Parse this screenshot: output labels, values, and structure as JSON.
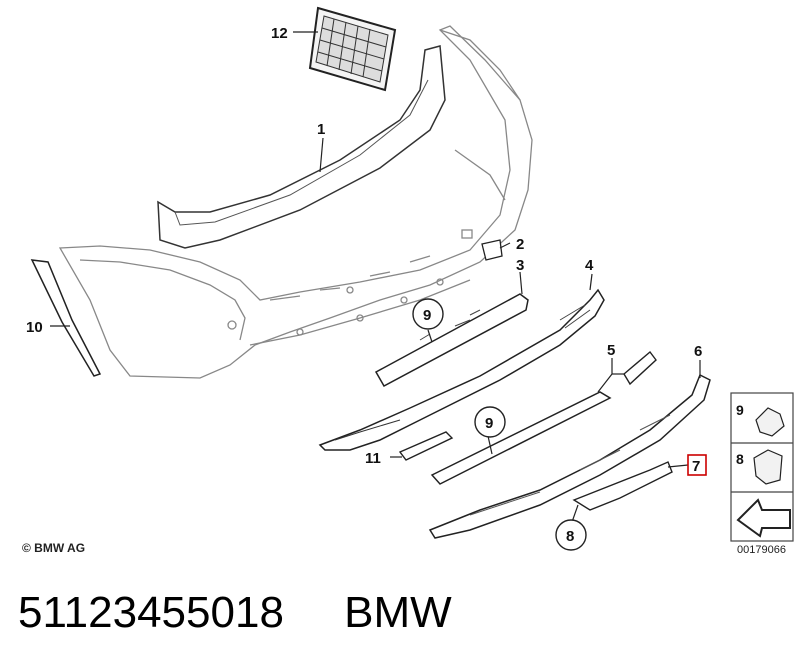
{
  "diagram": {
    "copyright": "© BMW AG",
    "diagram_id": "00179066",
    "highlighted_label": "7",
    "labels": {
      "l1": "1",
      "l2": "2",
      "l3": "3",
      "l4": "4",
      "l5": "5",
      "l6": "6",
      "l7": "7",
      "l10": "10",
      "l11": "11",
      "l12": "12"
    },
    "circled_labels": {
      "c9a": "9",
      "c9b": "9",
      "c8": "8"
    },
    "legend": {
      "top": "9",
      "middle": "8"
    },
    "highlight_color": "#cc0000"
  },
  "caption": {
    "part_number": "51123455018",
    "brand": "BMW"
  }
}
